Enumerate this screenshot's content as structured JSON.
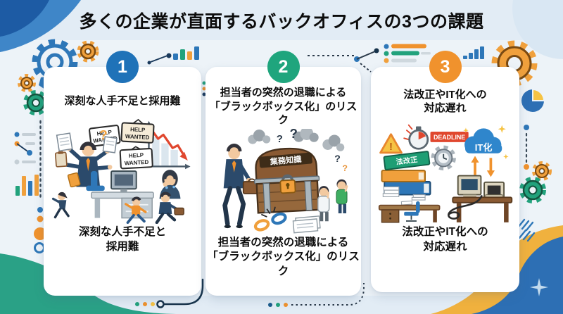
{
  "title": "多くの企業が直面するバックオフィスの3つの課題",
  "cards": [
    {
      "number": "1",
      "title_lines": [
        "深刻な人手不足と採用難"
      ],
      "caption_lines": [
        "深刻な人手不足と",
        "採用難"
      ]
    },
    {
      "number": "2",
      "title_lines": [
        "担当者の突然の退職による",
        "「ブラックボックス化」のリスク"
      ],
      "caption_lines": [
        "担当者の突然の退職による",
        "「ブラックボックス化」のリスク"
      ]
    },
    {
      "number": "3",
      "title_lines": [
        "法改正やIT化への",
        "対応遅れ"
      ],
      "caption_lines": [
        "法改正やIT化への",
        "対応遅れ"
      ]
    }
  ],
  "illustration_labels": {
    "help_wanted_line1": "HELP",
    "help_wanted_line2": "WANTED",
    "chest_label": "業務知識",
    "law_book_label": "法改正",
    "deadline_label": "DEADLINE",
    "it_cloud_label": "IT化"
  },
  "colors": {
    "badge_1": "#1f72b8",
    "badge_2": "#1fa57d",
    "badge_3": "#f0922d",
    "background": "#edf3f8",
    "band": "#e2ecf5",
    "corner_blue_dark": "#1d5ba4",
    "corner_blue_light": "#3f86c8",
    "corner_teal": "#2aa186",
    "corner_yellow": "#f0b13e",
    "corner_blue_blob": "#2d6fb4",
    "alert_red": "#e0472e"
  },
  "decorations": [
    "gear-icon",
    "bar-chart-icon",
    "pie-chart-icon",
    "line-chart-icon",
    "list-icon",
    "dotted-line",
    "dots",
    "sparkle-icon",
    "hatch-lines"
  ]
}
